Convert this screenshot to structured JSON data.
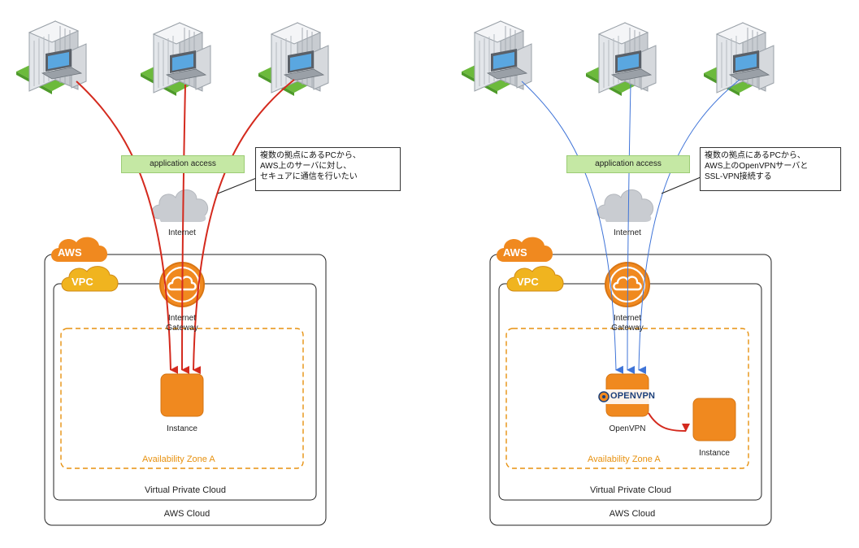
{
  "left": {
    "app_label": "application access",
    "note": [
      "複数の拠点にあるPCから、",
      "AWS上のサーバに対し、",
      "セキュアに通信を行いたい"
    ],
    "internet": "Internet",
    "gateway": [
      "Internet",
      "Gateway"
    ],
    "instance": "Instance",
    "az": "Availability Zone A",
    "vpc_label": "Virtual Private Cloud",
    "aws_label": "AWS Cloud",
    "aws_badge": "AWS",
    "vpc_badge": "VPC"
  },
  "right": {
    "app_label": "application access",
    "note": [
      "複数の拠点にあるPCから、",
      "AWS上のOpenVPNサーバと",
      "SSL-VPN接続する"
    ],
    "internet": "Internet",
    "gateway": [
      "Internet",
      "Gateway"
    ],
    "openvpn_logo": "OPENVPN",
    "openvpn": "OpenVPN",
    "instance": "Instance",
    "az": "Availability Zone A",
    "vpc_label": "Virtual Private Cloud",
    "aws_label": "AWS Cloud",
    "aws_badge": "AWS",
    "vpc_badge": "VPC"
  },
  "colors": {
    "left_lines": "#d42a1e",
    "right_lines": "#3f74d8",
    "aws_orange": "#f0891f",
    "az_orange": "#e7910f",
    "green_label": "#c5e8a4"
  }
}
